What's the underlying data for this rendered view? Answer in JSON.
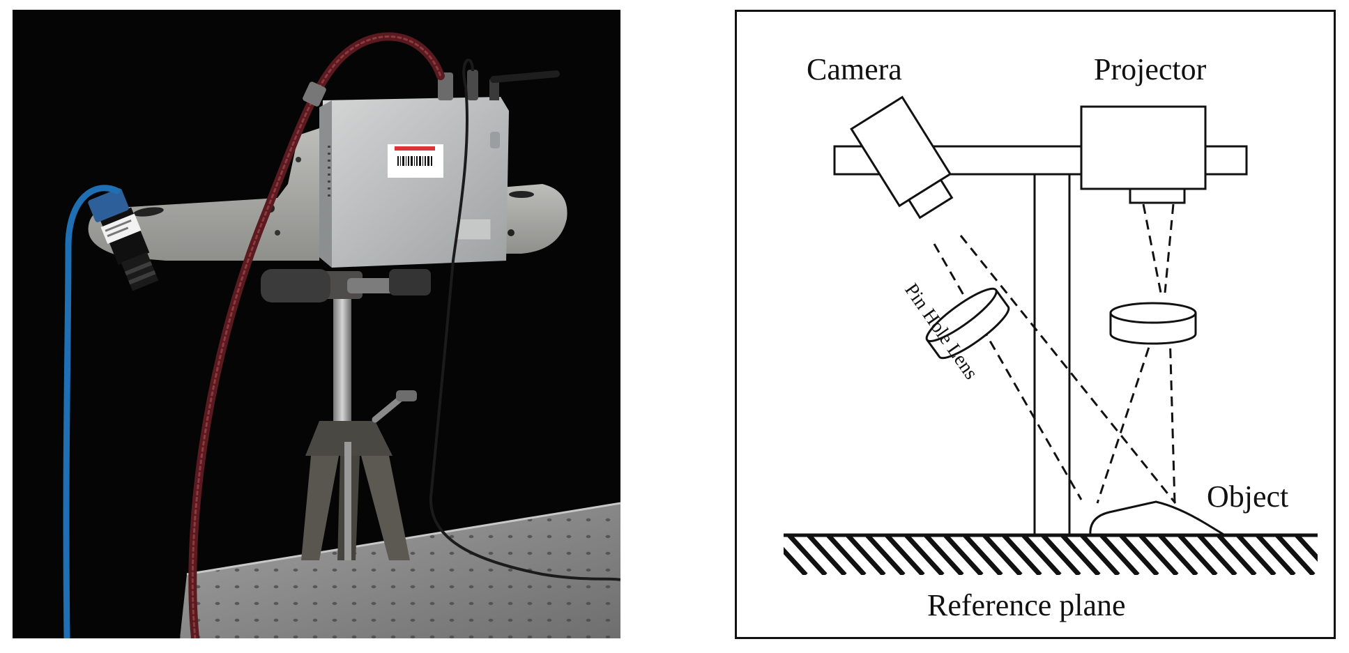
{
  "photo": {
    "alt": "Photograph of the structured-light measurement setup: camera and projector mounted on a bar atop a tripod over an optical breadboard",
    "device_label_text": "",
    "colors": {
      "background": "#050505",
      "bar": "#a9a9a6",
      "box": "#b9bbbb",
      "usb_cable": "#1e6fb3",
      "braided_cable": "#5b1a1f",
      "breadboard": "#8d8d8d"
    }
  },
  "schematic": {
    "labels": {
      "camera": "Camera",
      "projector": "Projector",
      "pin_hole_lens": "Pin Hole Lens",
      "object": "Object",
      "reference_plane": "Reference plane"
    }
  }
}
